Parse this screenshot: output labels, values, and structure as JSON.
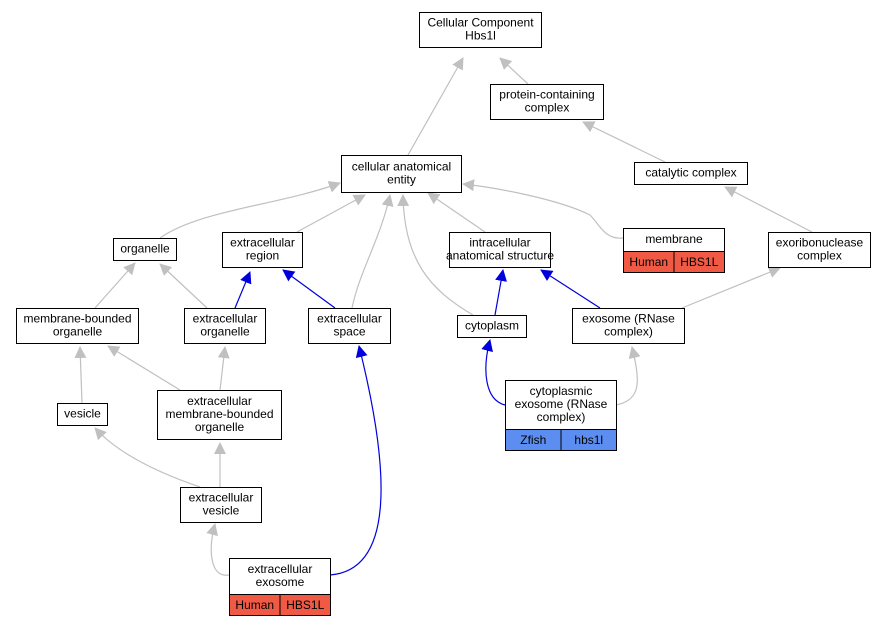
{
  "colors": {
    "is_a_edge": "#c0c0c0",
    "part_of_edge": "#0000dd",
    "human_tag": "#f05a45",
    "zfish_tag": "#5b8ef0"
  },
  "nodes": {
    "root": {
      "lines": [
        "Cellular Component",
        "Hbs1l"
      ]
    },
    "protein_complex": {
      "lines": [
        "protein-containing",
        "complex"
      ]
    },
    "cae": {
      "lines": [
        "cellular anatomical",
        "entity"
      ]
    },
    "catalytic": {
      "lines": [
        "catalytic complex"
      ]
    },
    "organelle": {
      "lines": [
        "organelle"
      ]
    },
    "extracellular_region": {
      "lines": [
        "extracellular",
        "region"
      ]
    },
    "intracellular": {
      "lines": [
        "intracellular",
        "anatomical structure"
      ]
    },
    "membrane": {
      "lines": [
        "membrane"
      ],
      "tags": [
        {
          "label": "Human",
          "color": "#f05a45"
        },
        {
          "label": "HBS1L",
          "color": "#f05a45"
        }
      ]
    },
    "exoribonuclease": {
      "lines": [
        "exoribonuclease",
        "complex"
      ]
    },
    "mbo": {
      "lines": [
        "membrane-bounded",
        "organelle"
      ]
    },
    "ec_organelle": {
      "lines": [
        "extracellular",
        "organelle"
      ]
    },
    "ec_space": {
      "lines": [
        "extracellular",
        "space"
      ]
    },
    "cytoplasm": {
      "lines": [
        "cytoplasm"
      ]
    },
    "exosome": {
      "lines": [
        "exosome (RNase",
        "complex)"
      ]
    },
    "vesicle": {
      "lines": [
        "vesicle"
      ]
    },
    "ec_mbo": {
      "lines": [
        "extracellular",
        "membrane-bounded",
        "organelle"
      ]
    },
    "cyto_exosome": {
      "lines": [
        "cytoplasmic",
        "exosome (RNase",
        "complex)"
      ],
      "tags": [
        {
          "label": "Zfish",
          "color": "#5b8ef0"
        },
        {
          "label": "hbs1l",
          "color": "#5b8ef0"
        }
      ]
    },
    "ec_vesicle": {
      "lines": [
        "extracellular",
        "vesicle"
      ]
    },
    "ec_exosome": {
      "lines": [
        "extracellular",
        "exosome"
      ],
      "tags": [
        {
          "label": "Human",
          "color": "#f05a45"
        },
        {
          "label": "HBS1L",
          "color": "#f05a45"
        }
      ]
    }
  }
}
